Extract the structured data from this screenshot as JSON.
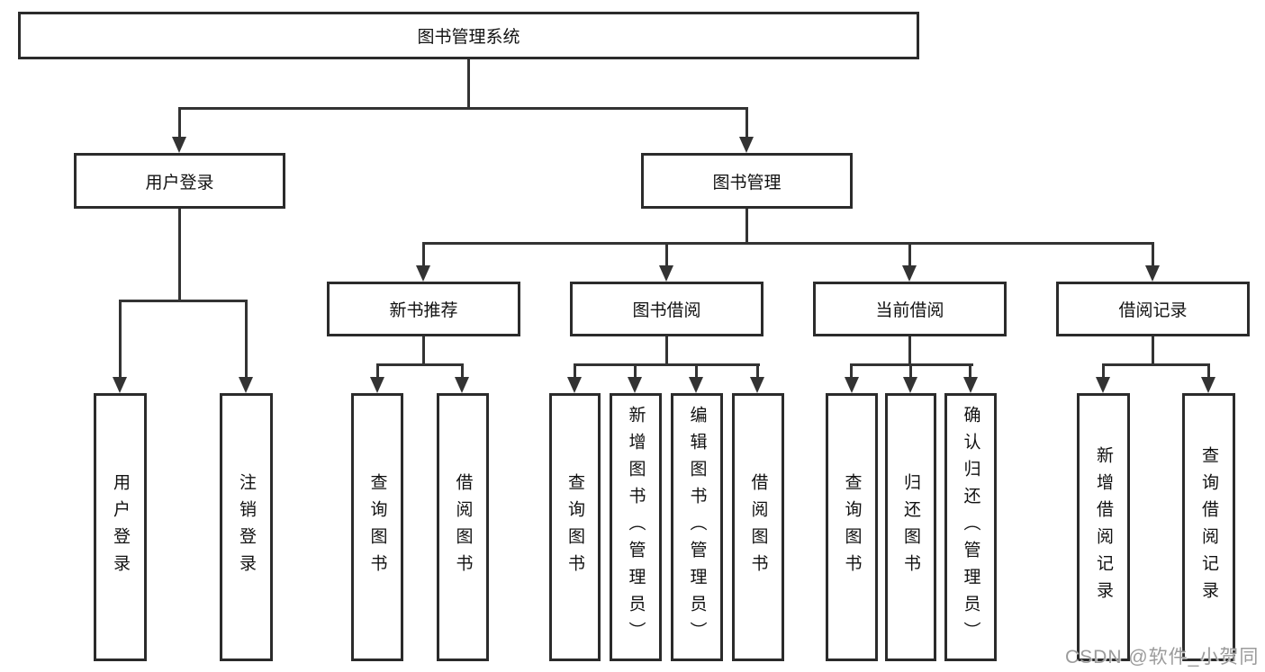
{
  "tree": {
    "root": {
      "label": "图书管理系统"
    },
    "branches": [
      {
        "label": "用户登录",
        "children": [
          {
            "label": "用户登录"
          },
          {
            "label": "注销登录"
          }
        ]
      },
      {
        "label": "图书管理",
        "children": [
          {
            "label": "新书推荐",
            "children": [
              {
                "label": "查询图书"
              },
              {
                "label": "借阅图书"
              }
            ]
          },
          {
            "label": "图书借阅",
            "children": [
              {
                "label": "查询图书"
              },
              {
                "label": "新增图书（管理员）"
              },
              {
                "label": "编辑图书（管理员）"
              },
              {
                "label": "借阅图书"
              }
            ]
          },
          {
            "label": "当前借阅",
            "children": [
              {
                "label": "查询图书"
              },
              {
                "label": "归还图书"
              },
              {
                "label": "确认归还（管理员）"
              }
            ]
          },
          {
            "label": "借阅记录",
            "children": [
              {
                "label": "新增借阅记录"
              },
              {
                "label": "查询借阅记录"
              }
            ]
          }
        ]
      }
    ]
  },
  "watermark": {
    "text": "CSDN @软件_小贺同学"
  },
  "colors": {
    "line": "#333333",
    "box_border": "#2b2b2b",
    "box_bg": "#ffffff",
    "text": "#111111",
    "page_bg": "#ffffff",
    "watermark": "#9b9b9b"
  }
}
